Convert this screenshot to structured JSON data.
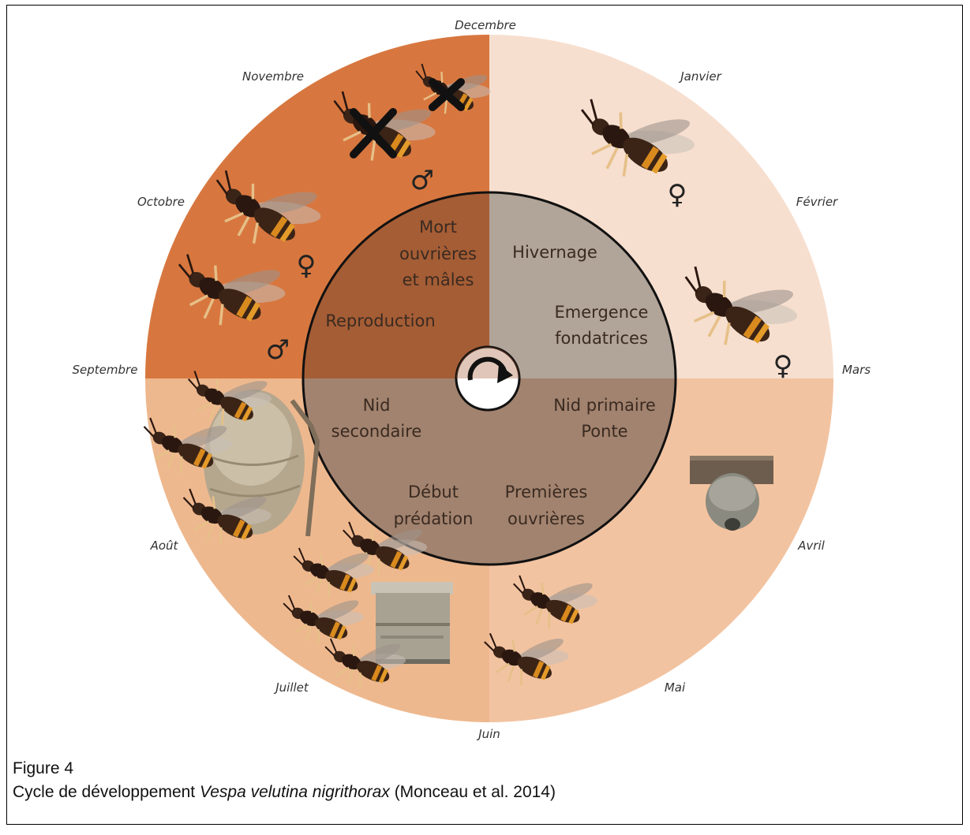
{
  "months": {
    "december": "Decembre",
    "january": "Janvier",
    "february": "Février",
    "march": "Mars",
    "april": "Avril",
    "may": "Mai",
    "june": "Juin",
    "july": "Juillet",
    "august": "Août",
    "september": "Septembre",
    "october": "Octobre",
    "november": "Novembre"
  },
  "stages": {
    "death_l1": "Mort",
    "death_l2": "ouvrières",
    "death_l3": "et mâles",
    "reproduction": "Reproduction",
    "hibernation": "Hivernage",
    "emergence_l1": "Emergence",
    "emergence_l2": "fondatrices",
    "secondary_l1": "Nid",
    "secondary_l2": "secondaire",
    "primary_l1": "Nid primaire",
    "primary_l2": "Ponte",
    "predation_l1": "Début",
    "predation_l2": "prédation",
    "workers_l1": "Premières",
    "workers_l2": "ouvrières"
  },
  "symbols": {
    "female": "♀",
    "male": "♂"
  },
  "caption": {
    "line1": "Figure 4",
    "prefix": "Cycle de développement ",
    "species": "Vespa velutina nigrithorax",
    "suffix": " (Monceau et al. 2014)"
  },
  "colors": {
    "autumn": "#d7773f",
    "winter": "#f7dfcf",
    "spring": "#f2c3a1",
    "summer": "#eeb88e",
    "inner_autumn": "#a55d35",
    "inner_winter": "#b1a498",
    "inner_bottom": "#a2836f"
  },
  "icons": [
    "hornet-icon",
    "cross-icon",
    "nest-icon",
    "beehive-icon",
    "cycle-arrow-icon"
  ]
}
